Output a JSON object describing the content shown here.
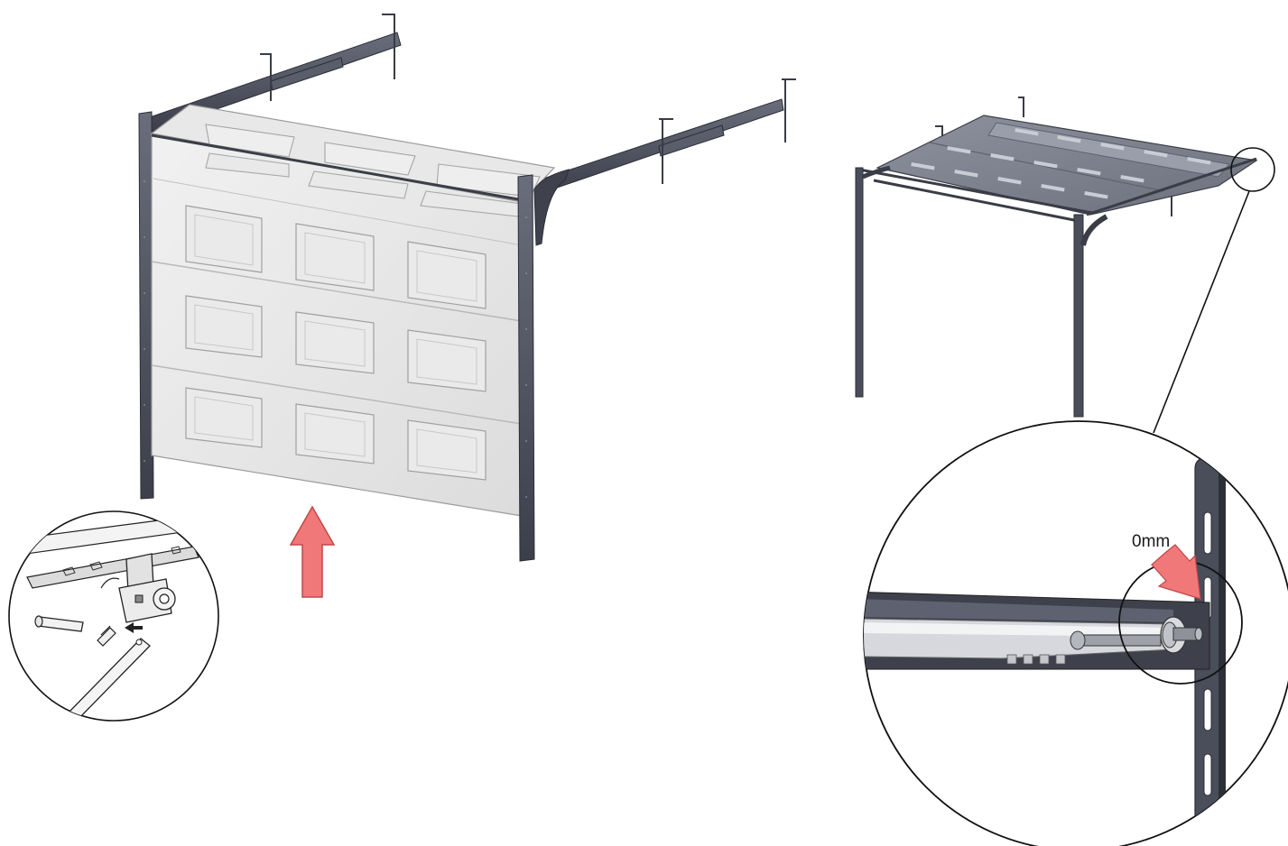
{
  "gap_label": "0mm",
  "colors": {
    "frame": "#4a4d5a",
    "panel": "#e6e6e6",
    "arrow": "#f07878",
    "line": "#111111"
  },
  "icons": {
    "lift_arrow": "up-arrow",
    "gap_arrow": "down-right-arrow",
    "insert_arrow": "left-arrow"
  }
}
